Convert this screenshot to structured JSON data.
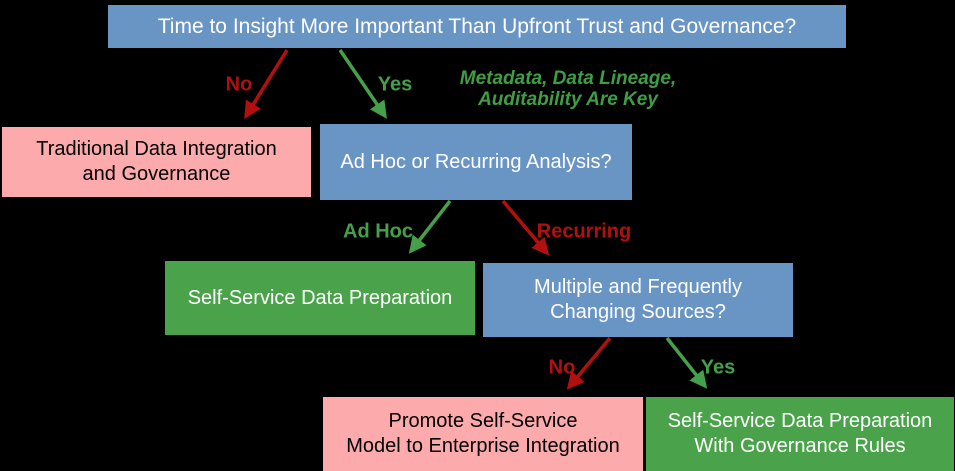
{
  "background": "#000000",
  "colors": {
    "question_box_fill": "#6995c4",
    "negative_box_fill": "#fcaaab",
    "positive_box_fill": "#4aa34a",
    "question_text": "#ffffff",
    "negative_text": "#000000",
    "positive_text": "#ffffff",
    "arrow_red": "#b20f10",
    "arrow_green": "#45a049",
    "annotation_green": "#3f9e43"
  },
  "nodes": {
    "q1": {
      "lines": [
        "Time to Insight More Important Than Upfront Trust and Governance?"
      ]
    },
    "traditional": {
      "lines": [
        "Traditional Data Integration",
        "and Governance"
      ]
    },
    "q2": {
      "lines": [
        "Ad Hoc or Recurring Analysis?"
      ]
    },
    "ssdp": {
      "lines": [
        "Self-Service Data Preparation"
      ]
    },
    "q3": {
      "lines": [
        "Multiple and Frequently",
        "Changing Sources?"
      ]
    },
    "promote": {
      "lines": [
        "Promote Self-Service",
        "Model to Enterprise Integration"
      ]
    },
    "ssdp_gov": {
      "lines": [
        "Self-Service Data Preparation",
        "With Governance Rules"
      ]
    }
  },
  "edges": {
    "no1": {
      "label": "No",
      "color": "#b20f10"
    },
    "yes1": {
      "label": "Yes",
      "color": "#45a049"
    },
    "adhoc": {
      "label": "Ad Hoc",
      "color": "#45a049"
    },
    "recurring": {
      "label": "Recurring",
      "color": "#b20f10"
    },
    "no2": {
      "label": "No",
      "color": "#b20f10"
    },
    "yes2": {
      "label": "Yes",
      "color": "#45a049"
    }
  },
  "annotation": {
    "lines": [
      "Metadata, Data Lineage,",
      "Auditability Are Key"
    ]
  }
}
